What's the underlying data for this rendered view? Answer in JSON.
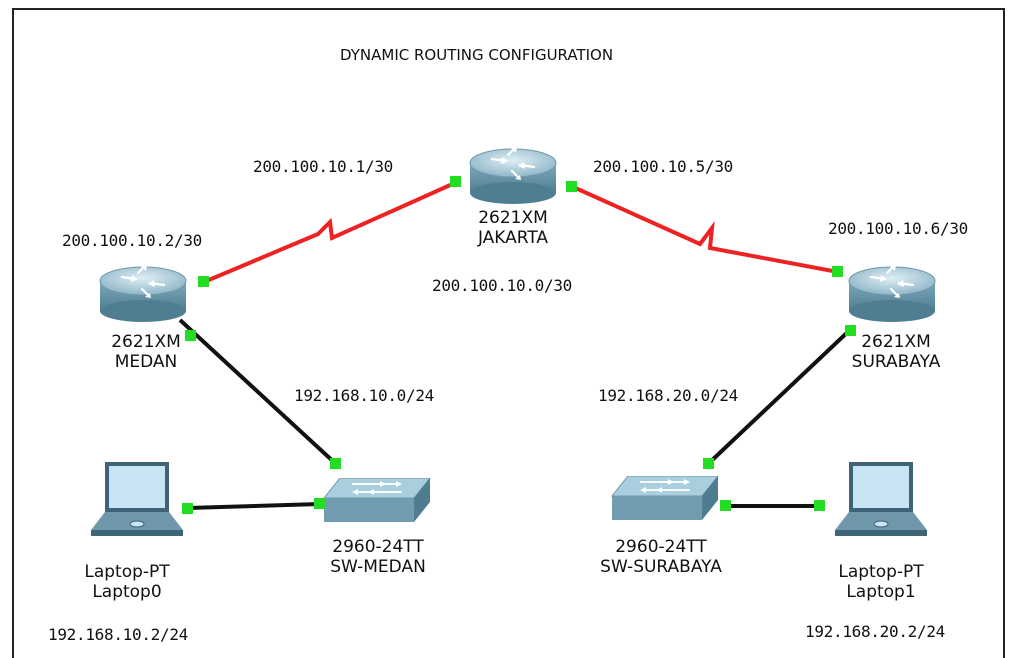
{
  "title": "DYNAMIC ROUTING CONFIGURATION",
  "colors": {
    "serial_link": "#ee2222",
    "ethernet_link": "#111111",
    "port_indicator": "#22dd22",
    "router_body": "#6f9cb0",
    "switch_body": "#7aa5b8",
    "laptop_screen": "#c9e4f2"
  },
  "devices": {
    "jakarta": {
      "model": "2621XM",
      "name": "JAKARTA",
      "icon": "router-icon"
    },
    "medan": {
      "model": "2621XM",
      "name": "MEDAN",
      "icon": "router-icon"
    },
    "surabaya": {
      "model": "2621XM",
      "name": "SURABAYA",
      "icon": "router-icon"
    },
    "sw_medan": {
      "model": "2960-24TT",
      "name": "SW-MEDAN",
      "icon": "switch-icon"
    },
    "sw_surabaya": {
      "model": "2960-24TT",
      "name": "SW-SURABAYA",
      "icon": "switch-icon"
    },
    "laptop0": {
      "model": "Laptop-PT",
      "name": "Laptop0",
      "icon": "laptop-icon"
    },
    "laptop1": {
      "model": "Laptop-PT",
      "name": "Laptop1",
      "icon": "laptop-icon"
    }
  },
  "addresses": {
    "jakarta_left": "200.100.10.1/30",
    "jakarta_right": "200.100.10.5/30",
    "medan_wan": "200.100.10.2/30",
    "surabaya_wan": "200.100.10.6/30",
    "wan_network": "200.100.10.0/30",
    "lan_medan": "192.168.10.0/24",
    "lan_surabaya": "192.168.20.0/24",
    "laptop0_ip": "192.168.10.2/24",
    "laptop1_ip": "192.168.20.2/24"
  }
}
